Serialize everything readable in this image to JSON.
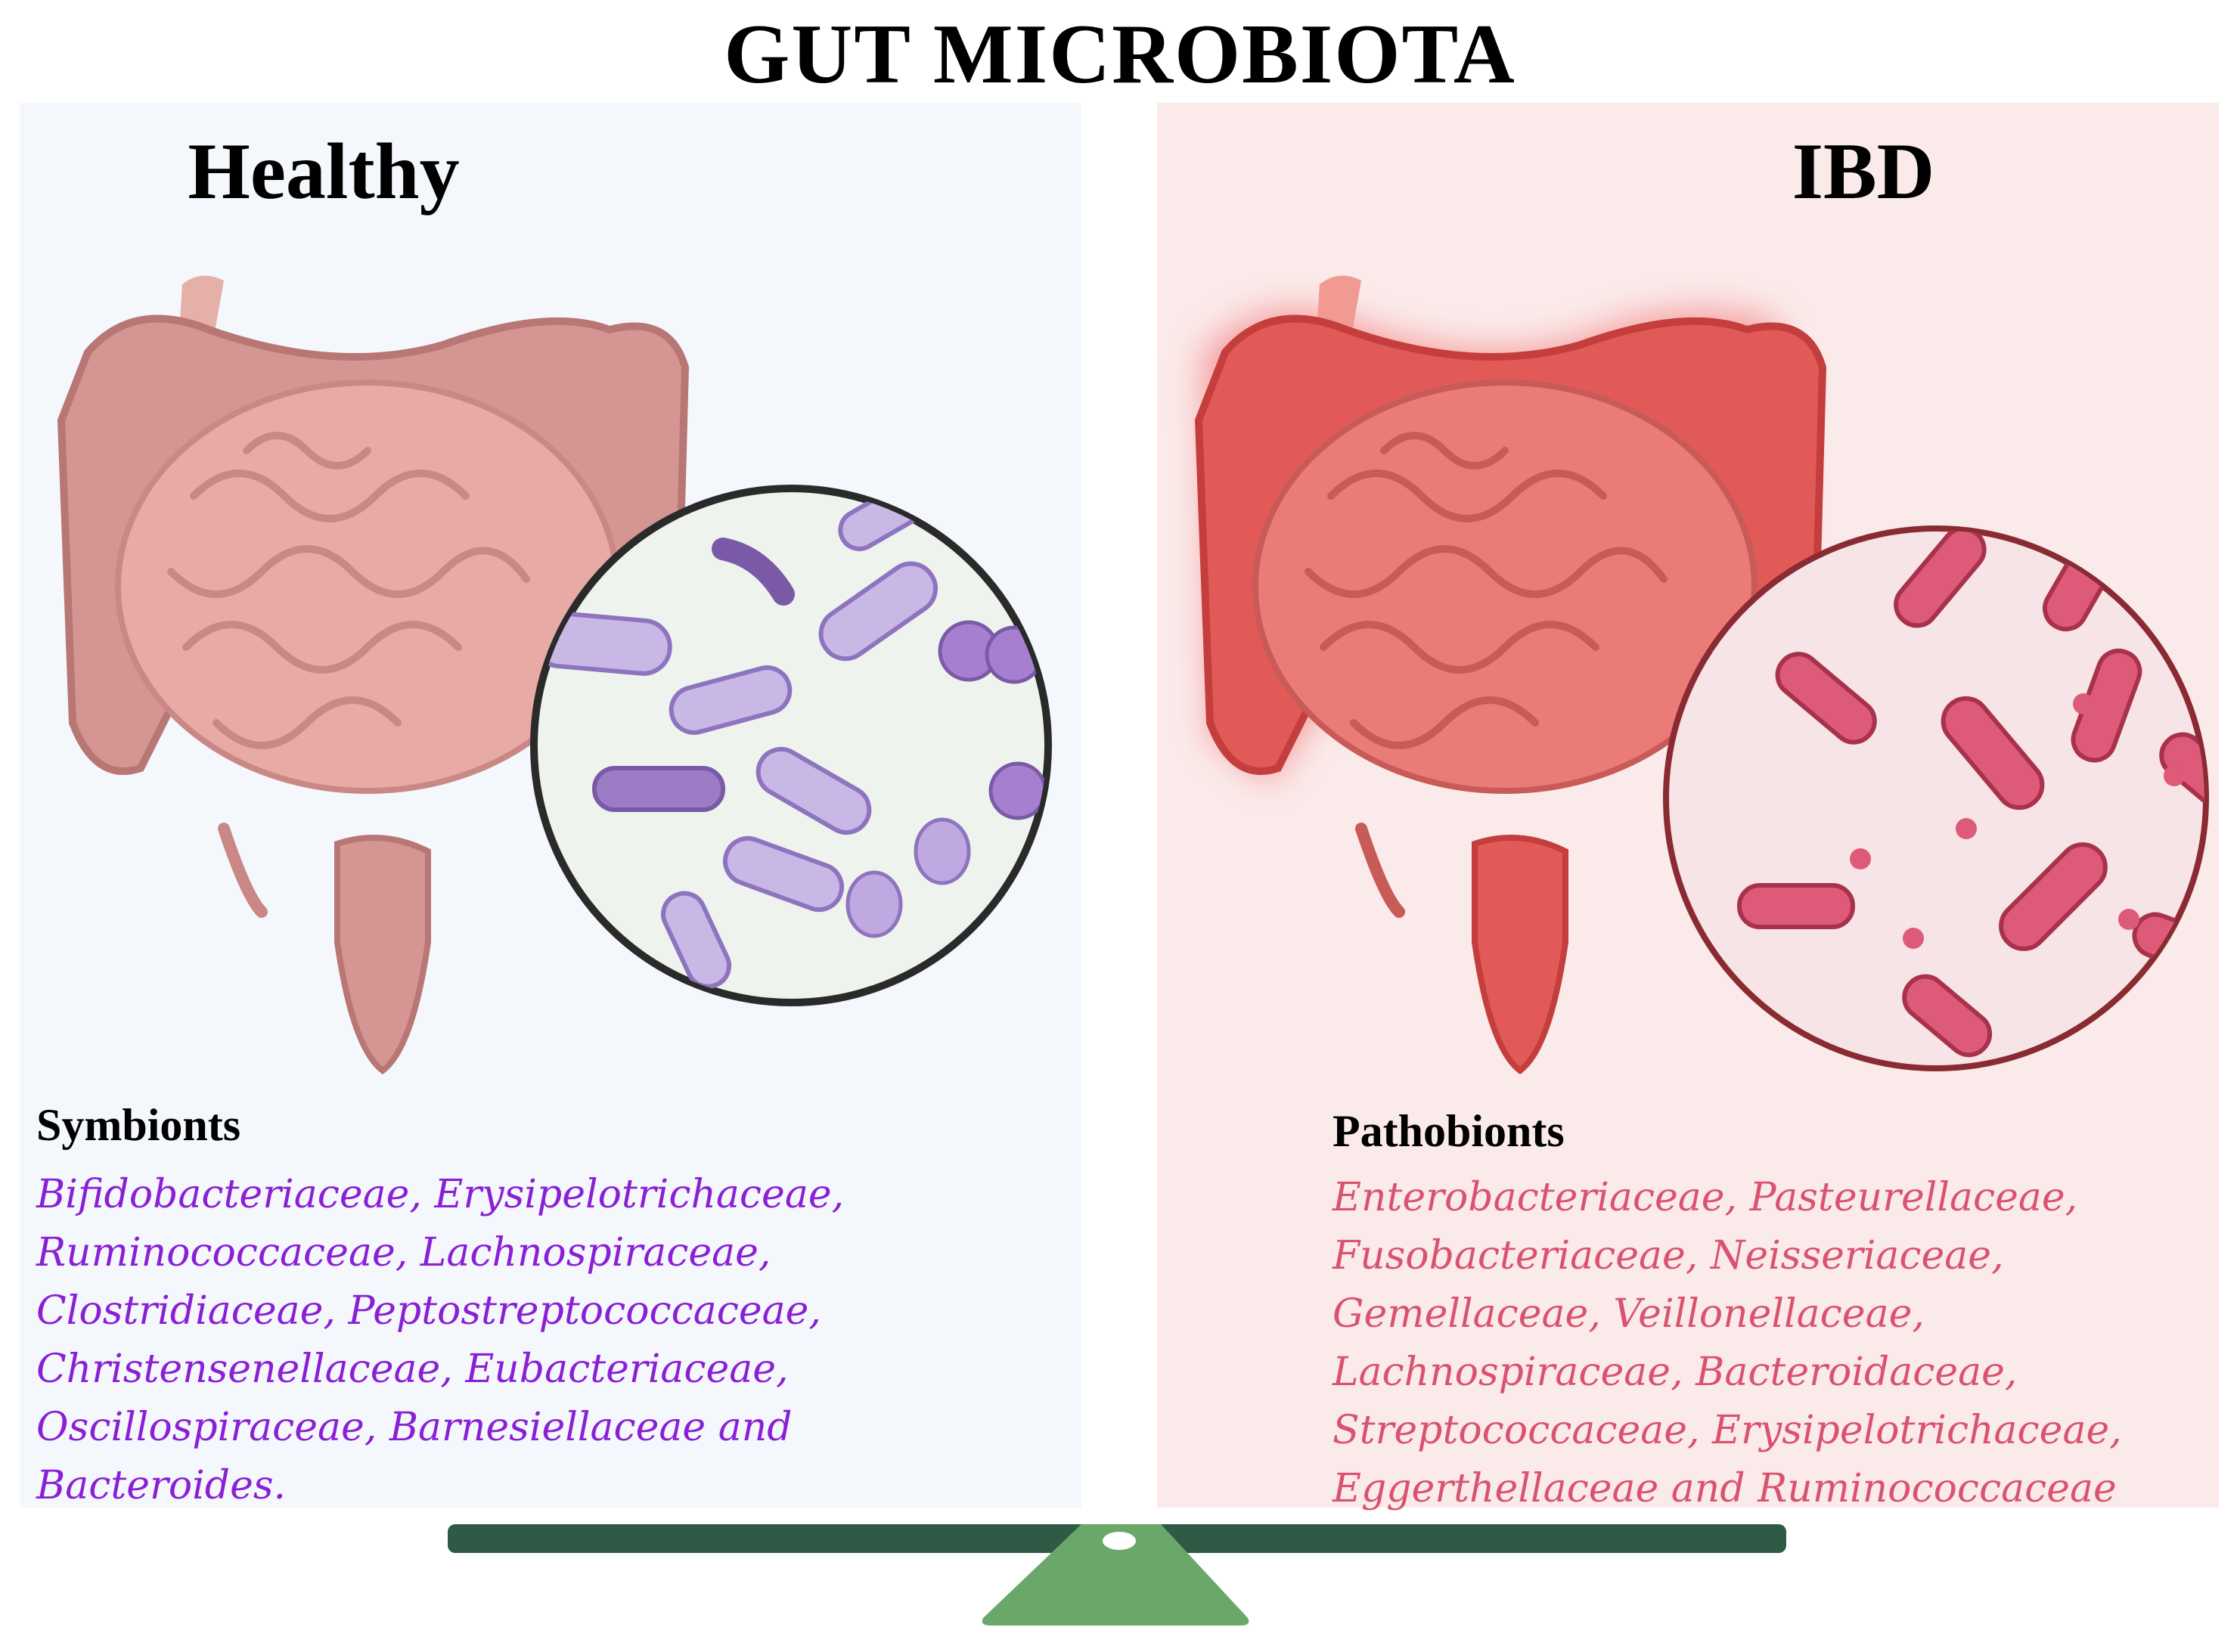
{
  "title": "GUT MICROBIOTA",
  "healthy": {
    "title": "Healthy",
    "heading": "Symbionts",
    "lines": [
      "Bifidobacteriaceae, Erysipelotrichaceae,",
      "Ruminococcaceae, Lachnospiraceae,",
      "Clostridiaceae, Peptostreptococcaceae,",
      "Christensenellaceae, Eubacteriaceae,",
      "Oscillospiraceae, Barnesiellaceae and",
      "Bacteroides."
    ]
  },
  "ibd": {
    "title": "IBD",
    "heading": "Pathobionts",
    "lines": [
      "Enterobacteriaceae, Pasteurellaceae,",
      "Fusobacteriaceae, Neisseriaceae,",
      "Gemellaceae, Veillonellaceae,",
      "Lachnospiraceae, Bacteroidaceae,",
      "Streptococcaceae, Erysipelotrichaceae,",
      "Eggerthellaceae and Ruminococcaceae"
    ]
  },
  "colors": {
    "healthy_text": "#8a1fd6",
    "ibd_text": "#d9536e",
    "healthy_gut": "#d99a9a",
    "ibd_gut": "#e05a5a",
    "symbiont_bacteria": "#b59bd6",
    "pathobiont_bacteria": "#d94f6e",
    "scale_beam": "#2f5a45",
    "scale_fulcrum": "#6aa86a"
  }
}
